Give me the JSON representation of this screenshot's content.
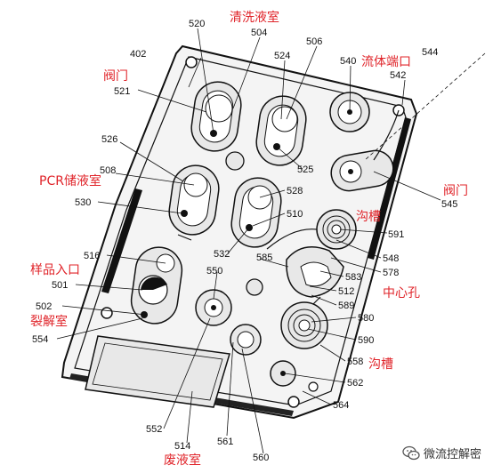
{
  "labels_cn": {
    "clean_chamber": "清洗液室",
    "valve_top": "阀门",
    "fluid_port": "流体端口",
    "pcr_chamber": "PCR储液室",
    "valve_right": "阀门",
    "groove_top": "沟槽",
    "sample_inlet": "样品入口",
    "lysis_chamber": "裂解室",
    "center_hole": "中心孔",
    "groove_bottom": "沟槽",
    "waste_chamber": "废液室"
  },
  "numbers": {
    "n520": "520",
    "n504": "504",
    "n506": "506",
    "n544": "544",
    "n402": "402",
    "n524": "524",
    "n540": "540",
    "n542": "542",
    "n521": "521",
    "n526": "526",
    "n525": "525",
    "n508": "508",
    "n528": "528",
    "n530": "530",
    "n510": "510",
    "n545": "545",
    "n591": "591",
    "n516": "516",
    "n532": "532",
    "n585": "585",
    "n548": "548",
    "n578": "578",
    "n550": "550",
    "n583": "583",
    "n501": "501",
    "n512": "512",
    "n589": "589",
    "n502": "502",
    "n580": "580",
    "n554": "554",
    "n590": "590",
    "n558": "558",
    "n562": "562",
    "n564": "564",
    "n552": "552",
    "n514": "514",
    "n561": "561",
    "n560": "560"
  },
  "watermark": {
    "text": "微流控解密",
    "icon": "wechat-icon"
  }
}
